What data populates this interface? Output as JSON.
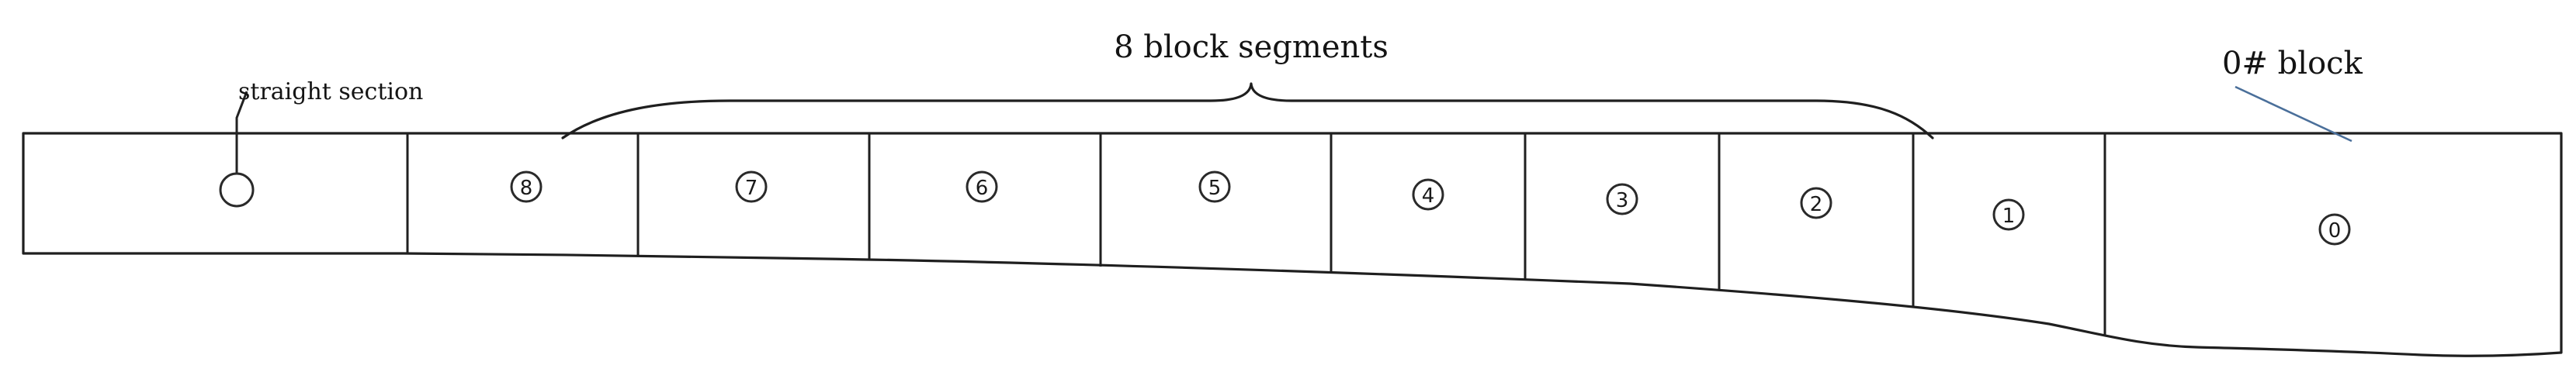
{
  "title_brace_label": "8 block segments",
  "straight_section_label": "straight section",
  "zero_block_label": "0# block",
  "segments": [
    {
      "id": "straight",
      "label": ""
    },
    {
      "id": "8",
      "label": "8"
    },
    {
      "id": "7",
      "label": "7"
    },
    {
      "id": "6",
      "label": "6"
    },
    {
      "id": "5",
      "label": "5"
    },
    {
      "id": "4",
      "label": "4"
    },
    {
      "id": "3",
      "label": "3"
    },
    {
      "id": "2",
      "label": "2"
    },
    {
      "id": "1",
      "label": "1"
    },
    {
      "id": "0",
      "label": "0"
    }
  ],
  "colors": {
    "line": "#1f1f1f",
    "blue_leader": "#4a6f9a",
    "background": "#ffffff"
  }
}
